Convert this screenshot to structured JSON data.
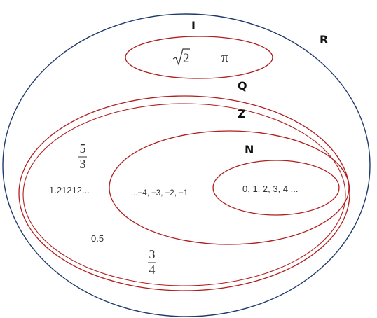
{
  "sets": {
    "R": "R",
    "I": "I",
    "Q": "Q",
    "Z": "Z",
    "N": "N"
  },
  "elements": {
    "sqrt2": "2",
    "pi": "π",
    "five_thirds": {
      "num": "5",
      "den": "3"
    },
    "repeating_decimal": "1.21212...",
    "negative_integers": "...−4, −3, −2, −1",
    "naturals": "0, 1, 2, 3, 4 ...",
    "half": "0.5",
    "three_quarters": {
      "num": "3",
      "den": "4"
    }
  },
  "colors": {
    "outer_ellipse": "#1f3a6b",
    "inner_ellipses": "#b01e1e",
    "text": "#333333"
  }
}
